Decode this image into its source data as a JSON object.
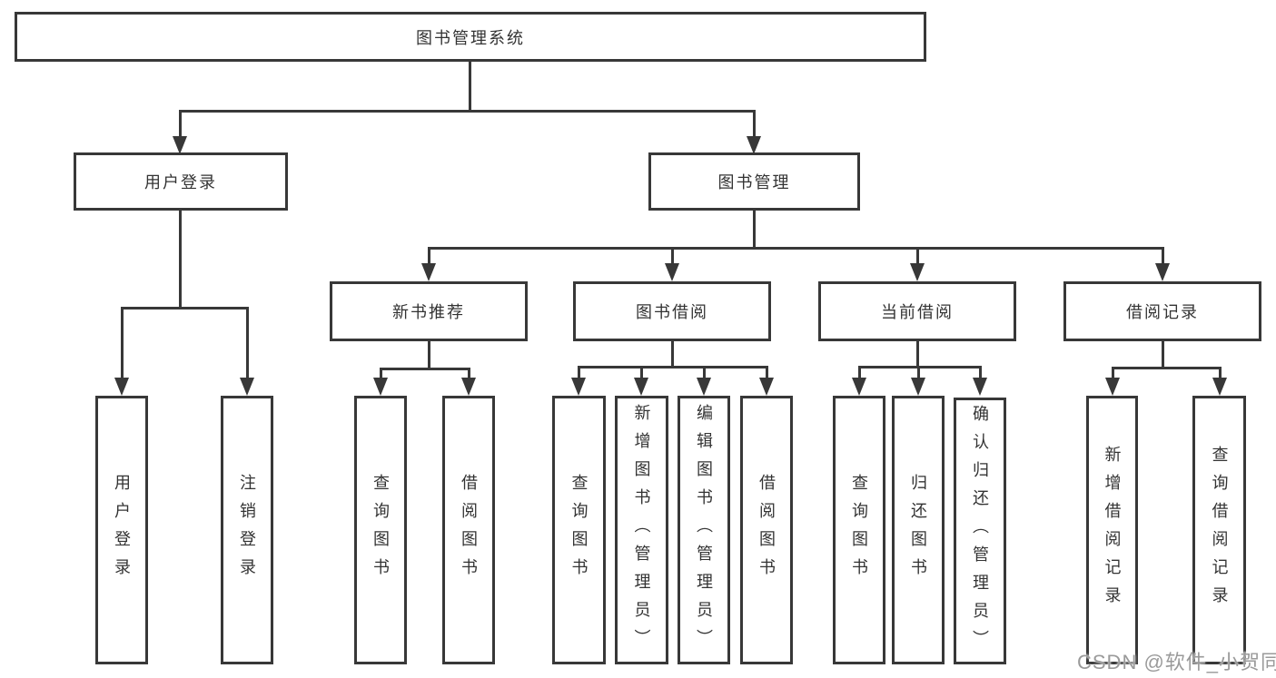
{
  "watermark": "CSDN @软件_小贺同学",
  "colors": {
    "line": "#383838",
    "box_border": "#383838",
    "text": "#333333",
    "background": "#ffffff",
    "watermark": "#9a9a9a"
  },
  "tree": {
    "root": {
      "label": "图书管理系统"
    },
    "branches": [
      {
        "label": "用户登录",
        "children": [
          {
            "label": "用户登录"
          },
          {
            "label": "注销登录"
          }
        ]
      },
      {
        "label": "图书管理",
        "children": [
          {
            "label": "新书推荐",
            "children": [
              {
                "label": "查询图书"
              },
              {
                "label": "借阅图书"
              }
            ]
          },
          {
            "label": "图书借阅",
            "children": [
              {
                "label": "查询图书"
              },
              {
                "label": "新增图书（管理员）"
              },
              {
                "label": "编辑图书（管理员）"
              },
              {
                "label": "借阅图书"
              }
            ]
          },
          {
            "label": "当前借阅",
            "children": [
              {
                "label": "查询图书"
              },
              {
                "label": "归还图书"
              },
              {
                "label": "确认归还（管理员）"
              }
            ]
          },
          {
            "label": "借阅记录",
            "children": [
              {
                "label": "新增借阅记录"
              },
              {
                "label": "查询借阅记录"
              }
            ]
          }
        ]
      }
    ]
  }
}
